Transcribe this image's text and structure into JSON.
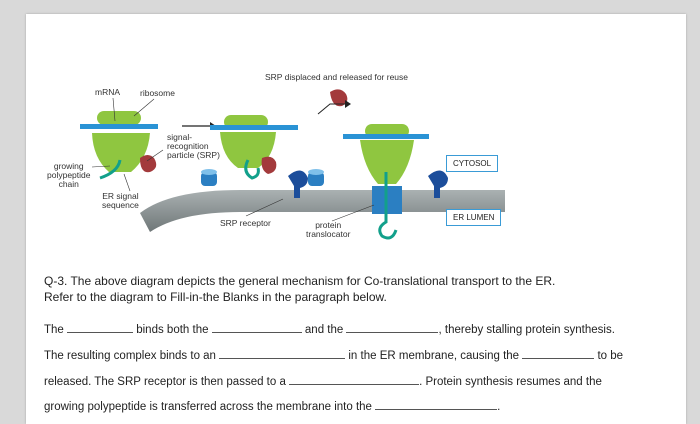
{
  "diagram": {
    "labels": {
      "srp_displaced": "SRP displaced and released for reuse",
      "mrna": "mRNA",
      "ribosome": "ribosome",
      "srp_line1": "signal-",
      "srp_line2": "recognition",
      "srp_line3": "particle (SRP)",
      "growing_line1": "growing",
      "growing_line2": "polypeptide",
      "growing_line3": "chain",
      "er_signal_line1": "ER signal",
      "er_signal_line2": "sequence",
      "srp_receptor": "SRP receptor",
      "protein_line1": "protein",
      "protein_line2": "translocator",
      "cytosol": "CYTOSOL",
      "er_lumen": "ER LUMEN"
    },
    "colors": {
      "ribosome_green": "#8fc640",
      "mrna_blue": "#2a93d5",
      "membrane_gray": "#8b9394",
      "srp_red": "#a33a3c",
      "receptor_navy": "#1c4e9b",
      "translocator_blue": "#2b7fc2",
      "polypeptide_teal": "#12a08b"
    }
  },
  "question": {
    "title_line1": "Q-3. The above diagram depicts the general mechanism for Co-translational transport to the ER.",
    "title_line2": "Refer to the diagram to Fill-in-the Blanks in the paragraph below.",
    "p1_a": "The",
    "p1_b": "binds both the",
    "p1_c": "and the",
    "p1_d": ", thereby stalling protein synthesis.",
    "p2_a": "The resulting complex binds to an",
    "p2_b": "in the ER membrane, causing the",
    "p2_c": "to be",
    "p3_a": "released. The SRP receptor is then passed to a",
    "p3_b": ". Protein synthesis resumes and the",
    "p4_a": "growing polypeptide is transferred across the membrane into the",
    "p4_b": "."
  }
}
